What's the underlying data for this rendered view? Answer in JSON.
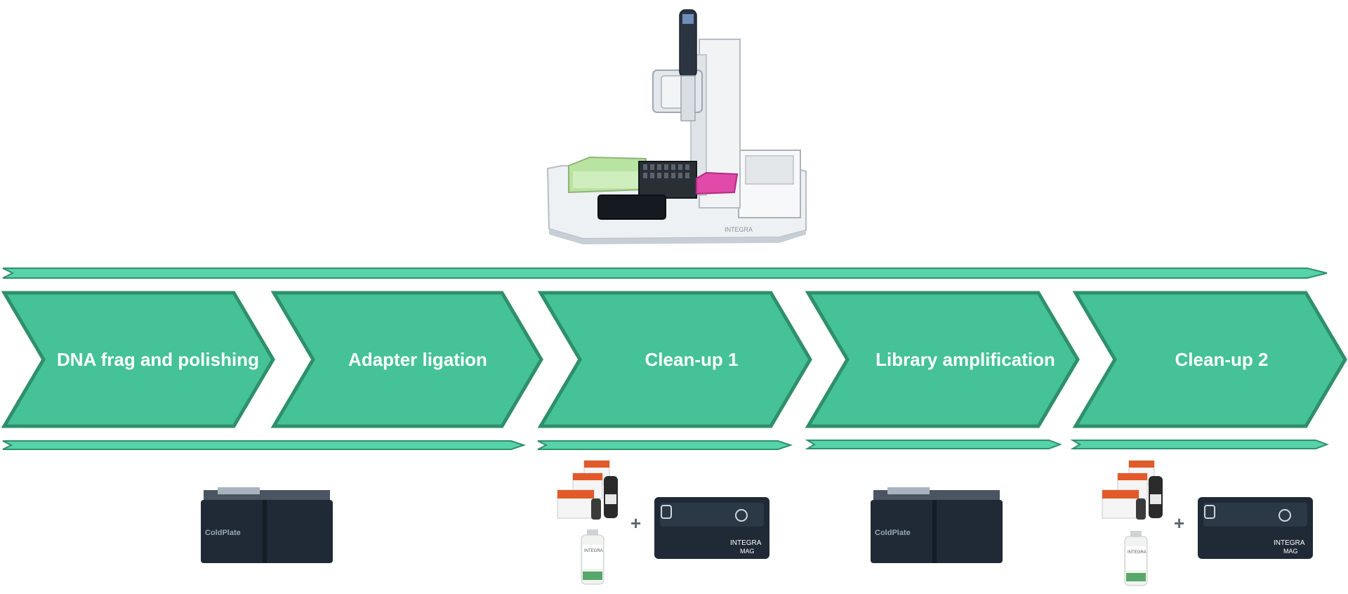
{
  "steps": [
    {
      "label": "DNA frag and polishing"
    },
    {
      "label": "Adapter ligation"
    },
    {
      "label": "Clean-up 1"
    },
    {
      "label": "Library amplification"
    },
    {
      "label": "Clean-up 2"
    }
  ],
  "devices": {
    "coldplate_label": "ColdPlate",
    "mag_label_line1": "INTEGRA",
    "mag_label_line2": "MAG",
    "robot_brand": "INTEGRA",
    "bottle_label": "INTEGRA"
  },
  "plus_sign": "+",
  "colors": {
    "chevron_fill": "#45c297",
    "chevron_border": "#2f8f6c",
    "arrow_fill": "#56d3a8",
    "arrow_border": "#2f8f6c",
    "device_dark": "#1f2a36",
    "plate_pink": "#e04aa8",
    "plate_green": "#b9e3a0"
  }
}
